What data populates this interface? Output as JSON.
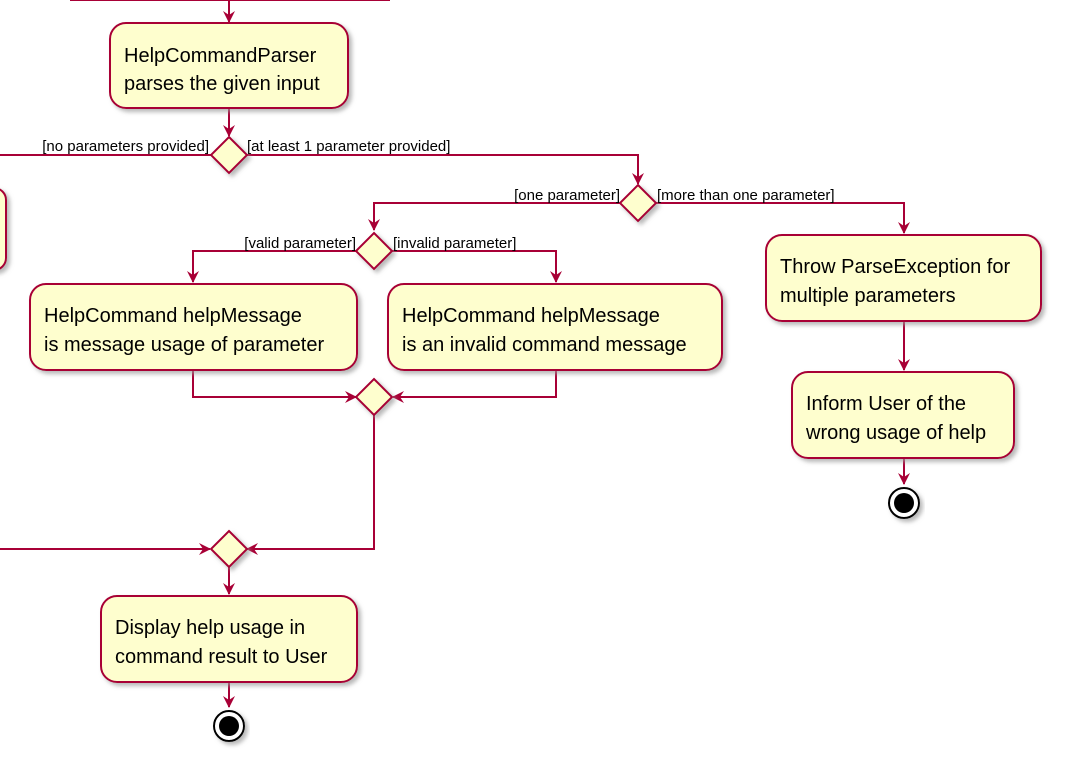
{
  "colors": {
    "line": "#A80036",
    "node_fill": "#FEFECE",
    "node_stroke": "#A80036",
    "shadow": "#B8B8B8",
    "end_fill": "#000000"
  },
  "nodes": {
    "parser": [
      "HelpCommandParser",
      "parses the given input"
    ],
    "valid_msg": [
      "HelpCommand helpMessage",
      "is message usage of parameter"
    ],
    "invalid_msg": [
      "HelpCommand helpMessage",
      "is an invalid command message"
    ],
    "throw": [
      "Throw ParseException for",
      "multiple parameters"
    ],
    "inform": [
      "Inform User of the",
      "wrong usage of help"
    ],
    "display": [
      "Display help usage in",
      "command result to User"
    ]
  },
  "guards": {
    "no_params": "[no parameters provided]",
    "at_least_one": "[at least 1 parameter provided]",
    "one_param": "[one parameter]",
    "more_than_one": "[more than one parameter]",
    "valid": "[valid parameter]",
    "invalid": "[invalid parameter]"
  }
}
